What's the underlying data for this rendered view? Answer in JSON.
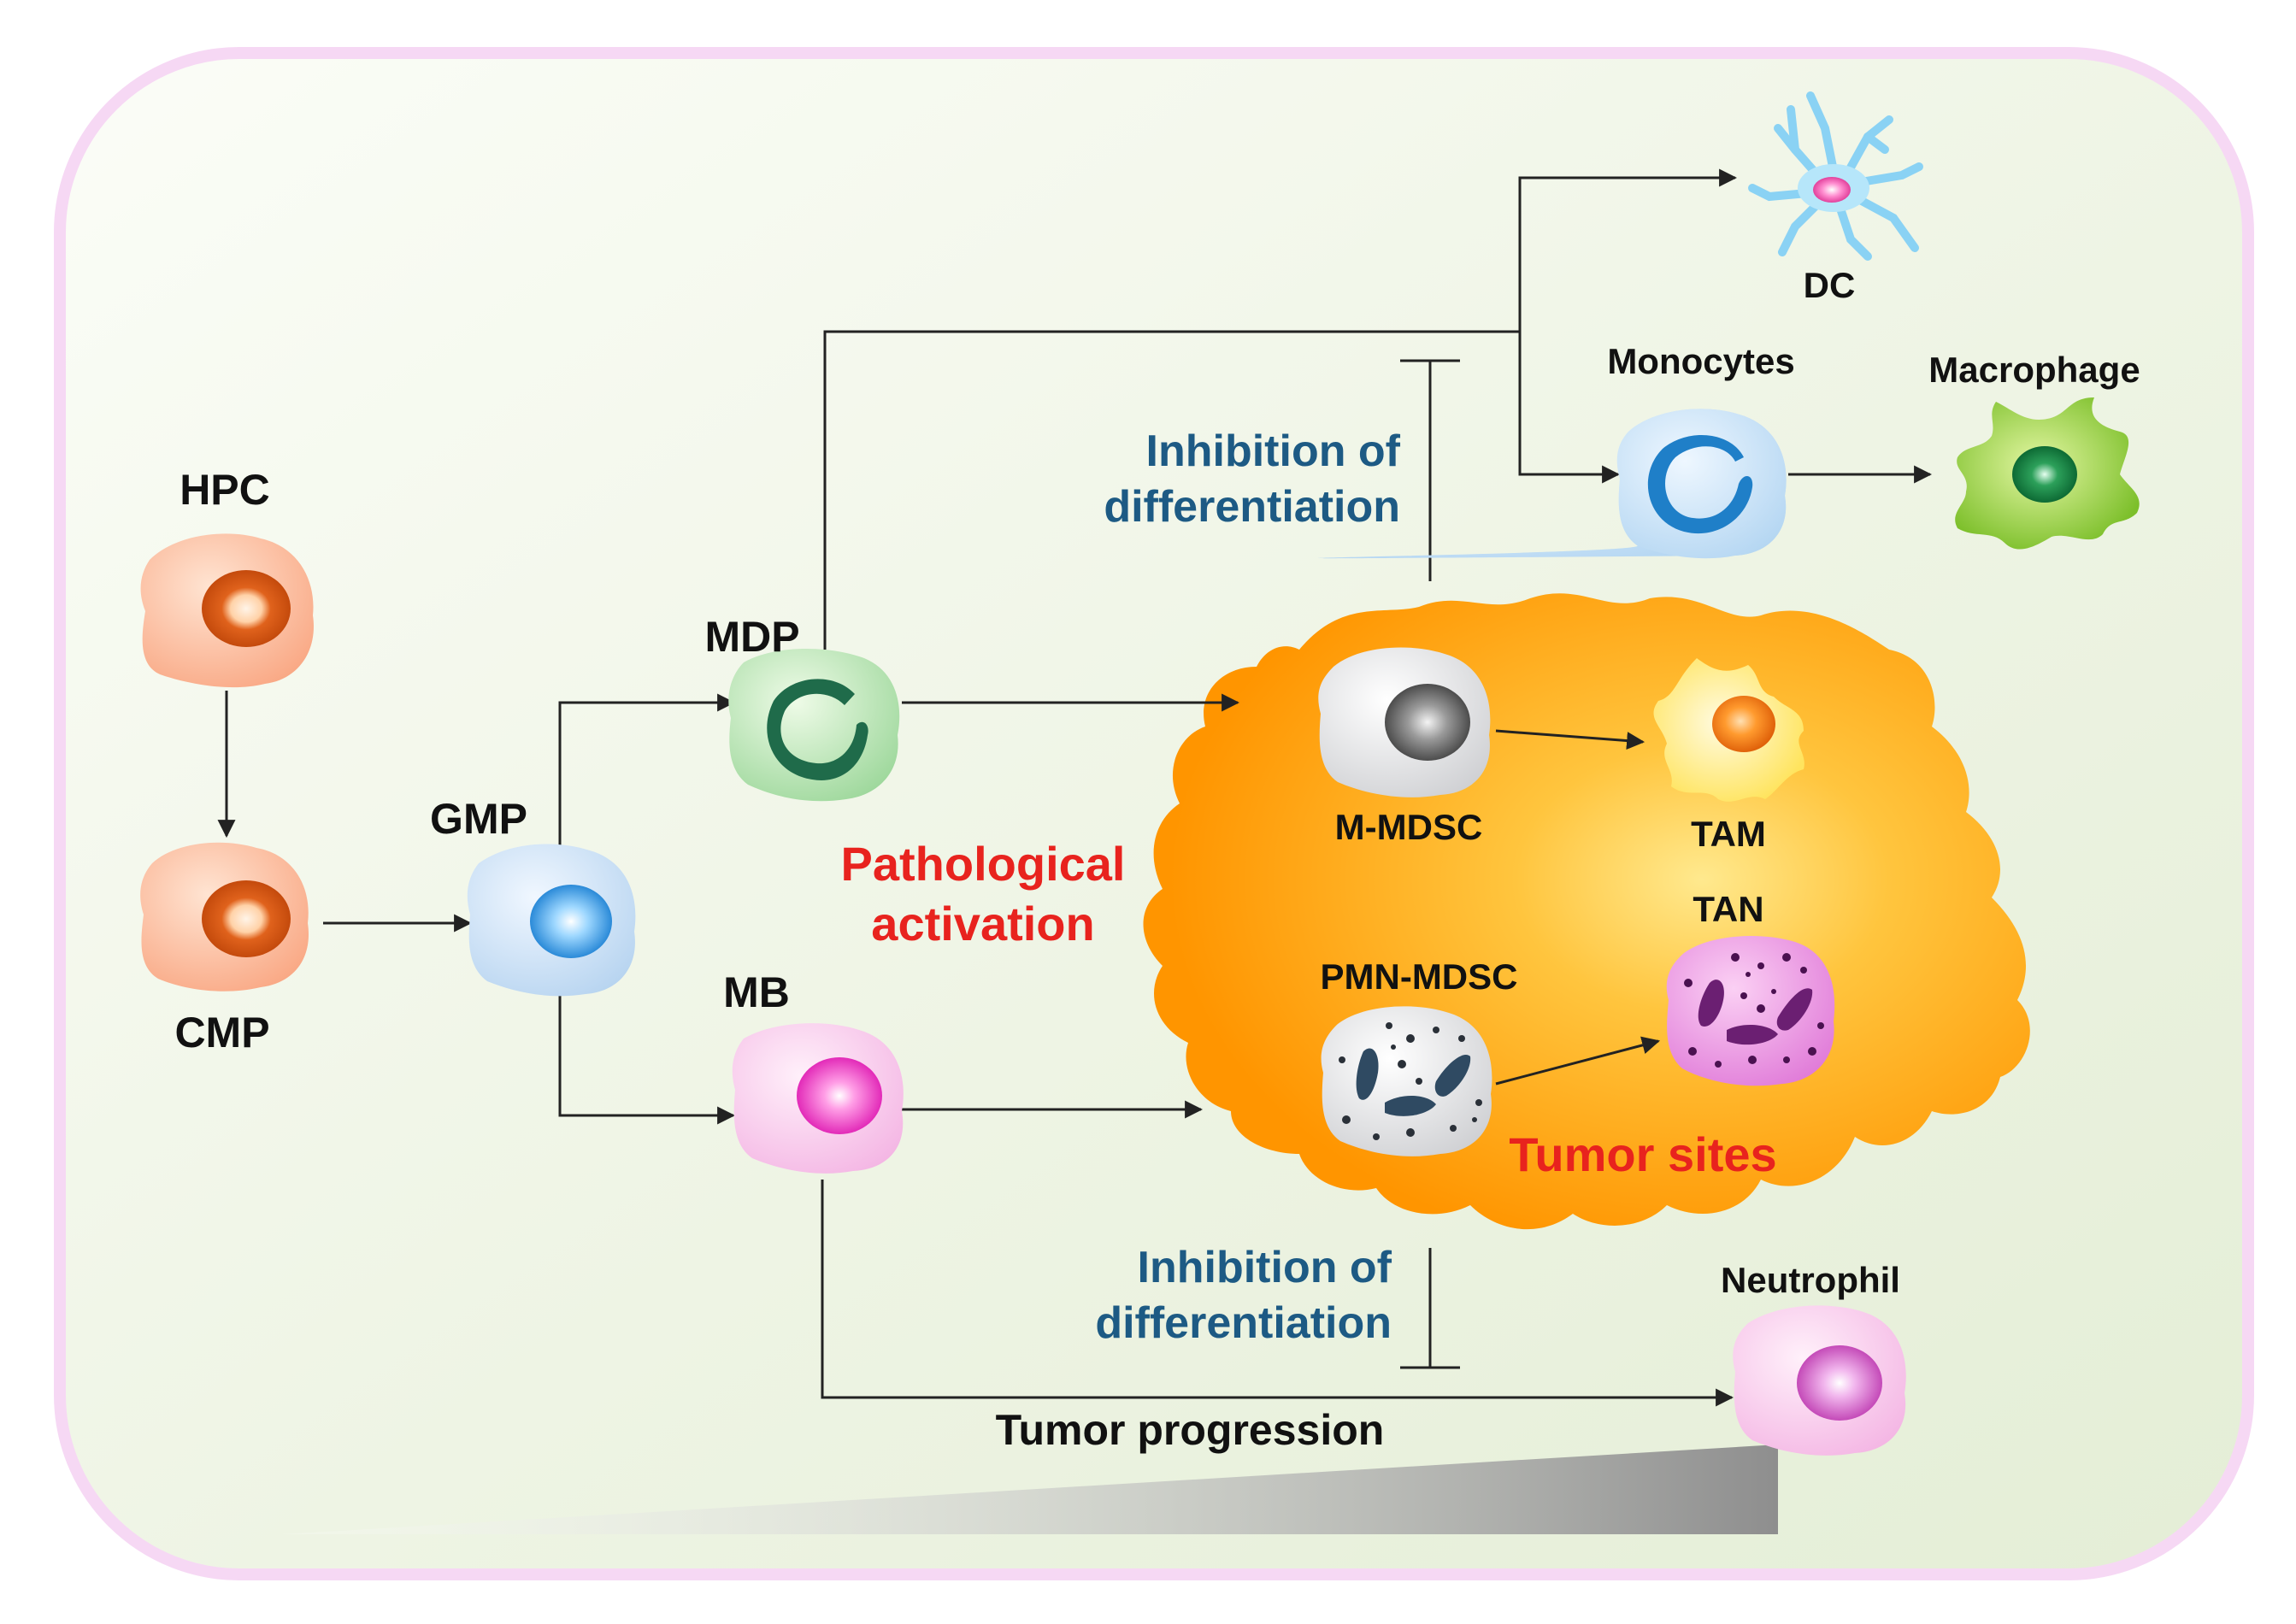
{
  "labels": {
    "hpc": "HPC",
    "cmp": "CMP",
    "gmp": "GMP",
    "mdp": "MDP",
    "mb": "MB",
    "dc": "DC",
    "monocytes": "Monocytes",
    "macrophage": "Macrophage",
    "m_mdsc": "M-MDSC",
    "tam": "TAM",
    "tan": "TAN",
    "pmn_mdsc": "PMN-MDSC",
    "neutrophil": "Neutrophil",
    "tumor_sites": "Tumor sites",
    "pathological_line1": "Pathological",
    "pathological_line2": "activation",
    "inhibition_top_line1": "Inhibition of",
    "inhibition_top_line2": "differentiation",
    "inhibition_bottom_line1": "Inhibition of",
    "inhibition_bottom_line2": "differentiation",
    "tumor_progression": "Tumor progression"
  },
  "colors": {
    "panel_border": "#f6d8f4",
    "panel_fill": "#eef4e4",
    "tumor_fill": "#ff9a08",
    "tumor_center": "#ffe890",
    "red_text": "#e8231e",
    "blue_text": "#1d5a84",
    "black_text": "#111111",
    "arrow": "#222222"
  }
}
